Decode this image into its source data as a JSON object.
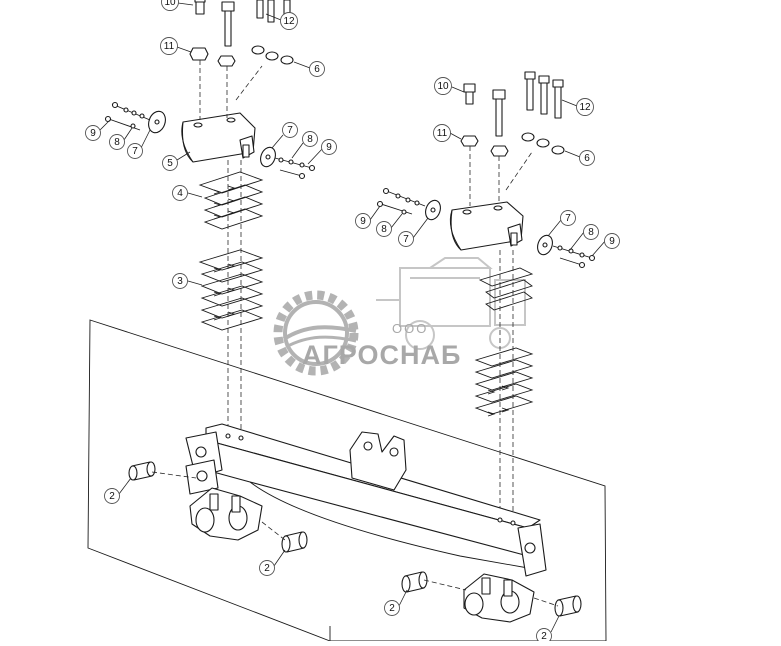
{
  "callouts": [
    {
      "id": "c-10-left",
      "label": "10"
    },
    {
      "id": "c-12-left",
      "label": "12"
    },
    {
      "id": "c-11-left",
      "label": "11"
    },
    {
      "id": "c-6-left",
      "label": "6"
    },
    {
      "id": "c-9-left-a",
      "label": "9"
    },
    {
      "id": "c-8-left-a",
      "label": "8"
    },
    {
      "id": "c-7-left-a",
      "label": "7"
    },
    {
      "id": "c-5-left",
      "label": "5"
    },
    {
      "id": "c-7-left-b",
      "label": "7"
    },
    {
      "id": "c-8-left-b",
      "label": "8"
    },
    {
      "id": "c-9-left-b",
      "label": "9"
    },
    {
      "id": "c-4-left",
      "label": "4"
    },
    {
      "id": "c-3-left",
      "label": "3"
    },
    {
      "id": "c-10-right",
      "label": "10"
    },
    {
      "id": "c-12-right",
      "label": "12"
    },
    {
      "id": "c-11-right",
      "label": "11"
    },
    {
      "id": "c-6-right",
      "label": "6"
    },
    {
      "id": "c-9-right-a",
      "label": "9"
    },
    {
      "id": "c-8-right-a",
      "label": "8"
    },
    {
      "id": "c-7-right-a",
      "label": "7"
    },
    {
      "id": "c-7-right-b",
      "label": "7"
    },
    {
      "id": "c-8-right-b",
      "label": "8"
    },
    {
      "id": "c-9-right-b",
      "label": "9"
    },
    {
      "id": "c-2-a",
      "label": "2"
    },
    {
      "id": "c-2-b",
      "label": "2"
    },
    {
      "id": "c-2-c",
      "label": "2"
    },
    {
      "id": "c-2-d",
      "label": "2"
    }
  ],
  "watermark": {
    "company_prefix": "ООО",
    "company_name": "АГРОСНАБ"
  },
  "colors": {
    "line": "#1b1b1b",
    "watermark": "#8c8c8c",
    "background": "#ffffff"
  }
}
